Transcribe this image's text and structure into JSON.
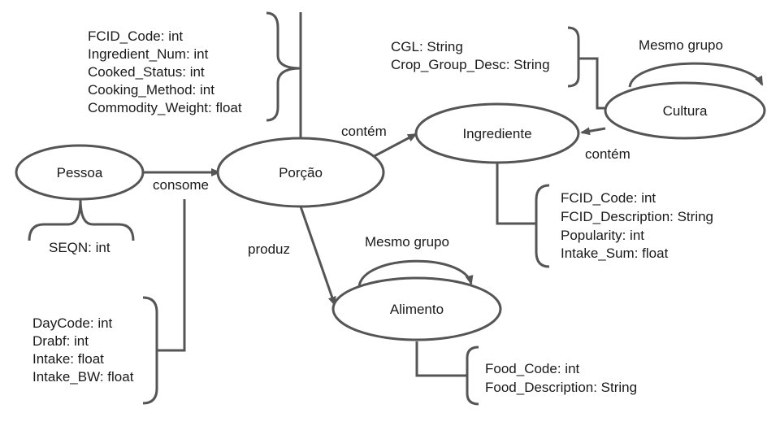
{
  "entities": {
    "pessoa": "Pessoa",
    "porcao": "Porção",
    "ingrediente": "Ingrediente",
    "cultura": "Cultura",
    "alimento": "Alimento"
  },
  "relations": {
    "consome": "consome",
    "contem_1": "contém",
    "contem_2": "contém",
    "produz": "produz",
    "mesmo_grupo_cultura": "Mesmo grupo",
    "mesmo_grupo_alimento": "Mesmo grupo"
  },
  "attributes": {
    "pessoa": [
      "SEQN: int"
    ],
    "consome": [
      "DayCode: int",
      "Drabf: int",
      "Intake: float",
      "Intake_BW: float"
    ],
    "porcao": [
      "FCID_Code: int",
      "Ingredient_Num: int",
      "Cooked_Status: int",
      "Cooking_Method: int",
      "Commodity_Weight: float"
    ],
    "cultura": [
      "CGL:  String",
      "Crop_Group_Desc: String"
    ],
    "ingrediente": [
      "FCID_Code:  int",
      "FCID_Description: String",
      "Popularity: int",
      "Intake_Sum: float"
    ],
    "alimento": [
      "Food_Code:  int",
      "Food_Description: String"
    ]
  }
}
